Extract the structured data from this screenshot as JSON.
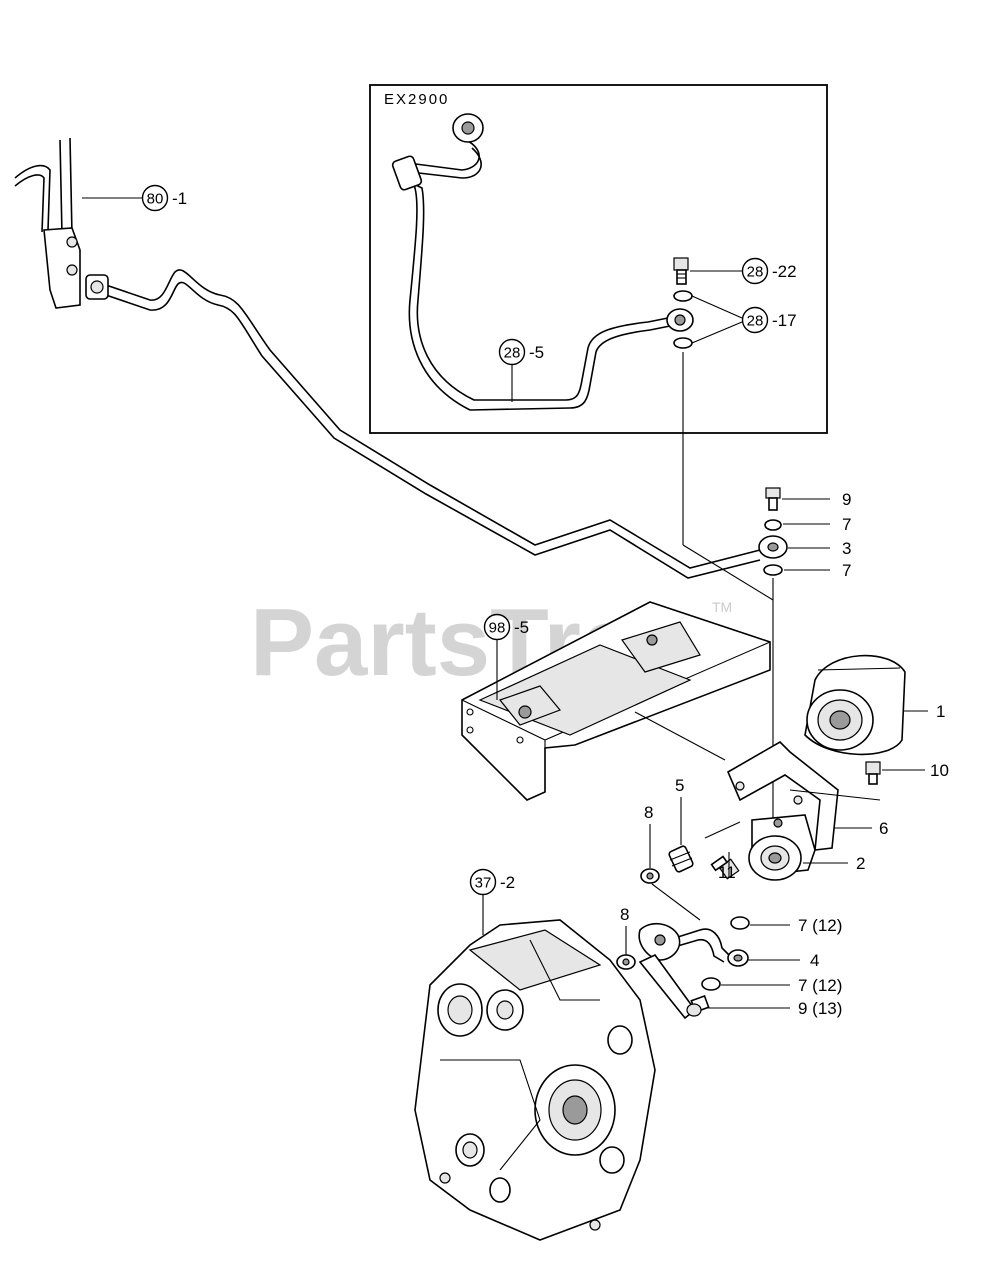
{
  "diagram": {
    "inset_title": "EX2900",
    "watermark": "PartsTree",
    "watermark_tm": "TM",
    "callouts": [
      {
        "id": "c80",
        "ref": "80",
        "suffix": "-1"
      },
      {
        "id": "c28a",
        "ref": "28",
        "suffix": "-22"
      },
      {
        "id": "c28b",
        "ref": "28",
        "suffix": "-17"
      },
      {
        "id": "c28c",
        "ref": "28",
        "suffix": "-5"
      },
      {
        "id": "c98",
        "ref": "98",
        "suffix": "-5"
      },
      {
        "id": "c37",
        "ref": "37",
        "suffix": "-2"
      }
    ],
    "part_labels": {
      "p9_top": "9",
      "p7_a": "7",
      "p3": "3",
      "p7_b": "7",
      "p1": "1",
      "p10": "10",
      "p6": "6",
      "p5": "5",
      "p8_a": "8",
      "p11": "11",
      "p2": "2",
      "p8_b": "8",
      "p7_12a": "7 (12)",
      "p4": "4",
      "p7_12b": "7 (12)",
      "p9_13": "9 (13)"
    }
  }
}
